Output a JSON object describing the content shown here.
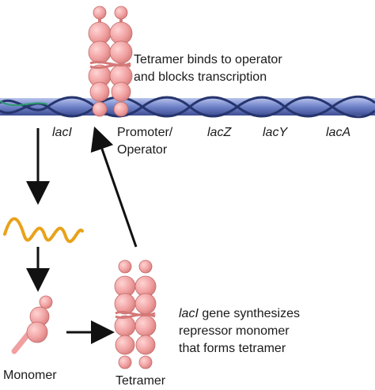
{
  "labels": {
    "tetramer_caption_line1": "Tetramer binds to operator",
    "tetramer_caption_line2": "and blocks transcription",
    "gene_laci": "lacI",
    "promoter_line1": "Promoter/",
    "promoter_line2": "Operator",
    "gene_lacz": "lacZ",
    "gene_lacy": "lacY",
    "gene_laca": "lacA",
    "synth_gene": "lacI",
    "synth_line1_rest": " gene synthesizes",
    "synth_line2": "repressor monomer",
    "synth_line3": "that forms tetramer",
    "monomer": "Monomer",
    "tetramer": "Tetramer"
  },
  "colors": {
    "protein": "#f0a0a0",
    "protein_dark": "#d97f7f",
    "dna_band": "#6f82c8",
    "dna_strand": "#27356e",
    "mrna": "#e9a21a",
    "arrow": "#111111"
  }
}
